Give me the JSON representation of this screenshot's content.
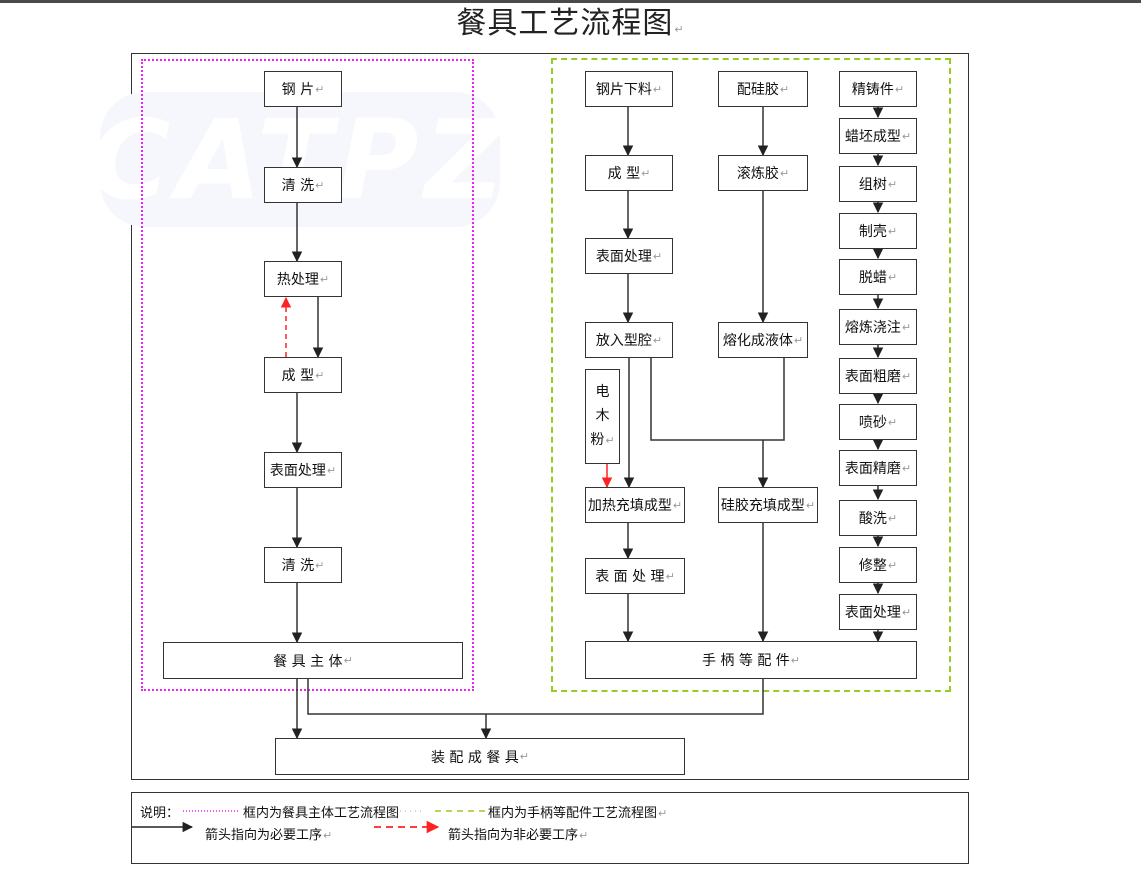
{
  "title": "餐具工艺流程图",
  "watermark": "CATPZ",
  "colors": {
    "main_zone_border": "#ee22ee",
    "accessory_zone_border": "#99cc22",
    "required_arrow": "#222222",
    "optional_arrow": "#ff2222"
  },
  "main_flow": {
    "steps": [
      "钢 片",
      "清 洗",
      "热处理",
      "成 型",
      "表面处理",
      "清 洗"
    ],
    "output": "餐 具 主 体"
  },
  "accessory_flow": {
    "column_a": [
      "钢片下料",
      "成 型",
      "表面处理",
      "放入型腔",
      "加热充填成型",
      "表 面 处 理"
    ],
    "wood_powder": [
      "电",
      "木",
      "粉"
    ],
    "column_b": [
      "配硅胶",
      "滚炼胶",
      "熔化成液体",
      "硅胶充填成型"
    ],
    "column_c": [
      "精铸件",
      "蜡坯成型",
      "组树",
      "制壳",
      "脱蜡",
      "熔炼浇注",
      "表面粗磨",
      "喷砂",
      "表面精磨",
      "酸洗",
      "修整",
      "表面处理"
    ],
    "output": "手 柄 等 配 件"
  },
  "final": "装 配 成 餐 具",
  "legend": {
    "heading": "说明：",
    "main_zone": "框内为餐具主体工艺流程图",
    "accessory_zone": "框内为手柄等配件工艺流程图",
    "required": "箭头指向为必要工序",
    "optional": "箭头指向为非必要工序"
  }
}
